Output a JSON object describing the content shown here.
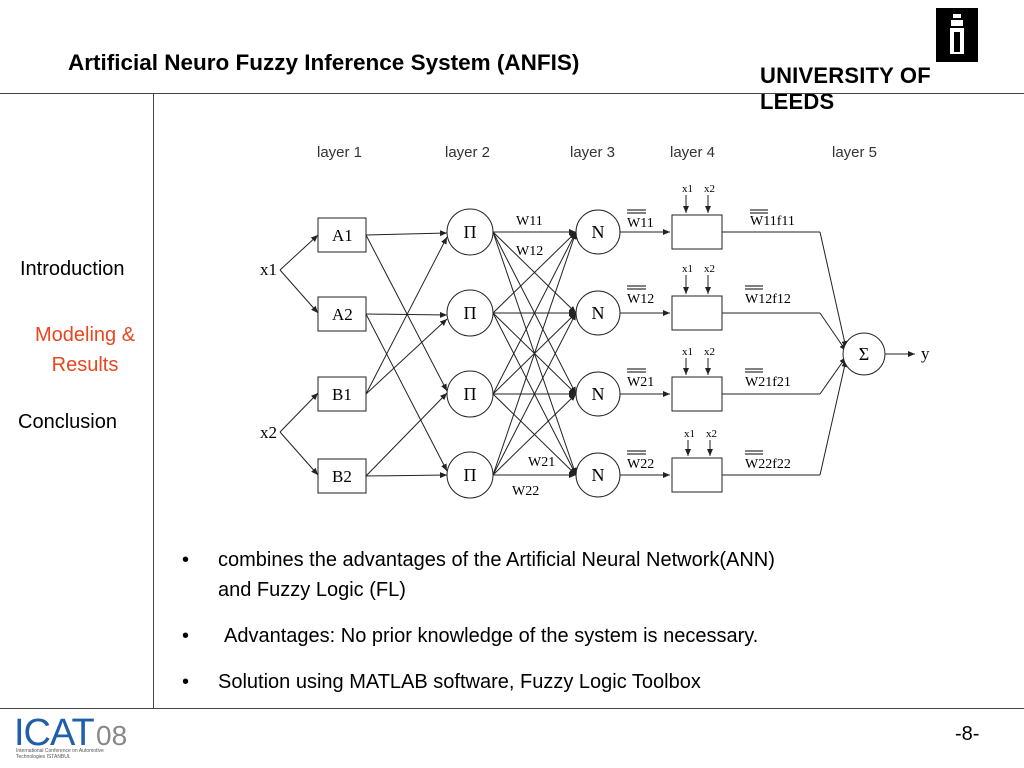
{
  "header": {
    "title": "Artificial Neuro Fuzzy Inference System (ANFIS)",
    "university": "UNIVERSITY OF LEEDS"
  },
  "nav": {
    "introduction": "Introduction",
    "modeling_line1": "Modeling &",
    "modeling_line2": "Results",
    "conclusion": "Conclusion",
    "active_color": "#e8461e"
  },
  "diagram": {
    "layers": [
      "layer 1",
      "layer 2",
      "layer 3",
      "layer 4",
      "layer 5"
    ],
    "inputs": [
      "x1",
      "x2"
    ],
    "layer1_nodes": [
      "A1",
      "A2",
      "B1",
      "B2"
    ],
    "layer2_symbol": "Π",
    "layer3_symbol": "N",
    "layer5_symbol": "Σ",
    "output": "y",
    "weights": [
      "W11",
      "W12",
      "W21",
      "W22"
    ],
    "normalized_weights": [
      "W11",
      "W12",
      "W21",
      "W22"
    ],
    "consequents": [
      "W11f11",
      "W12f12",
      "W21f21",
      "W22f22"
    ]
  },
  "bullets": [
    {
      "line1": "combines the advantages of the Artificial Neural Network(ANN)",
      "line2": "and Fuzzy Logic (FL)"
    },
    {
      "line1": "Advantages: No prior knowledge of the system is necessary."
    },
    {
      "line1": "Solution using  MATLAB software, Fuzzy Logic Toolbox"
    }
  ],
  "footer": {
    "logo_text": "ICAT",
    "logo_year": "08",
    "logo_sub": "International Conference on Automotive Technologies ISTANBUL",
    "page": "-8-"
  }
}
